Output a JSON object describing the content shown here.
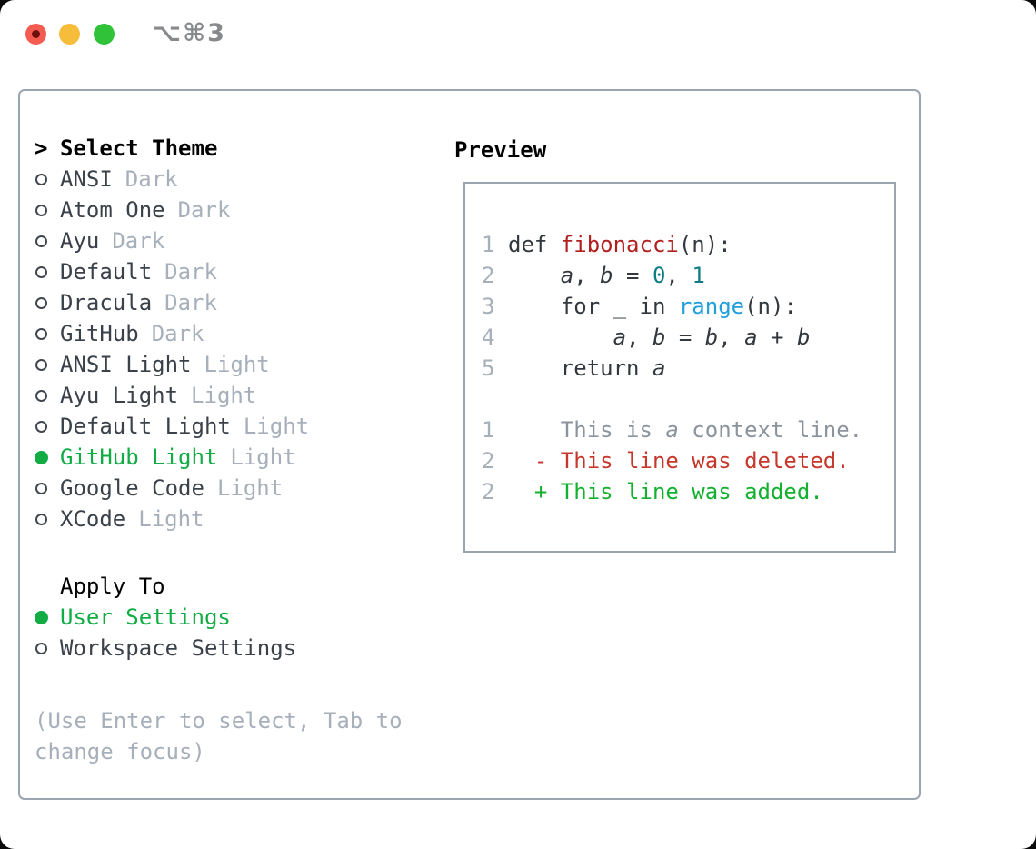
{
  "titlebar": {
    "shortcut": "⌥⌘3",
    "traffic_lights": [
      "close",
      "minimize",
      "zoom"
    ]
  },
  "theme_panel": {
    "header": {
      "marker": ">",
      "label": "Select Theme"
    },
    "themes": [
      {
        "name": "ANSI",
        "variant": "Dark",
        "selected": false
      },
      {
        "name": "Atom One",
        "variant": "Dark",
        "selected": false
      },
      {
        "name": "Ayu",
        "variant": "Dark",
        "selected": false
      },
      {
        "name": "Default",
        "variant": "Dark",
        "selected": false
      },
      {
        "name": "Dracula",
        "variant": "Dark",
        "selected": false
      },
      {
        "name": "GitHub",
        "variant": "Dark",
        "selected": false
      },
      {
        "name": "ANSI Light",
        "variant": "Light",
        "selected": false
      },
      {
        "name": "Ayu Light",
        "variant": "Light",
        "selected": false
      },
      {
        "name": "Default Light",
        "variant": "Light",
        "selected": false
      },
      {
        "name": "GitHub Light",
        "variant": "Light",
        "selected": true
      },
      {
        "name": "Google Code",
        "variant": "Light",
        "selected": false
      },
      {
        "name": "XCode",
        "variant": "Light",
        "selected": false
      }
    ],
    "apply_to": {
      "label": "Apply To",
      "options": [
        {
          "name": "User Settings",
          "selected": true
        },
        {
          "name": "Workspace Settings",
          "selected": false
        }
      ]
    },
    "hint": "(Use Enter to select, Tab to change focus)"
  },
  "preview": {
    "label": "Preview",
    "lines": [
      {
        "num": "1",
        "tokens": [
          {
            "t": "def ",
            "c": "plain"
          },
          {
            "t": "fibonacci",
            "c": "func"
          },
          {
            "t": "(n):",
            "c": "plain"
          }
        ]
      },
      {
        "num": "2",
        "tokens": [
          {
            "t": "    ",
            "c": "plain"
          },
          {
            "t": "a",
            "c": "var"
          },
          {
            "t": ", ",
            "c": "plain"
          },
          {
            "t": "b",
            "c": "var"
          },
          {
            "t": " = ",
            "c": "plain"
          },
          {
            "t": "0",
            "c": "num"
          },
          {
            "t": ", ",
            "c": "plain"
          },
          {
            "t": "1",
            "c": "num"
          }
        ]
      },
      {
        "num": "3",
        "tokens": [
          {
            "t": "    for _ in ",
            "c": "plain"
          },
          {
            "t": "range",
            "c": "call"
          },
          {
            "t": "(n):",
            "c": "plain"
          }
        ]
      },
      {
        "num": "4",
        "tokens": [
          {
            "t": "        ",
            "c": "plain"
          },
          {
            "t": "a",
            "c": "var"
          },
          {
            "t": ", ",
            "c": "plain"
          },
          {
            "t": "b",
            "c": "var"
          },
          {
            "t": " = ",
            "c": "plain"
          },
          {
            "t": "b",
            "c": "var"
          },
          {
            "t": ", ",
            "c": "plain"
          },
          {
            "t": "a",
            "c": "var"
          },
          {
            "t": " + ",
            "c": "plain"
          },
          {
            "t": "b",
            "c": "var"
          }
        ]
      },
      {
        "num": "5",
        "tokens": [
          {
            "t": "    return ",
            "c": "plain"
          },
          {
            "t": "a",
            "c": "var"
          }
        ]
      },
      {
        "blank": true
      },
      {
        "num": "1",
        "tokens": [
          {
            "t": "    This is ",
            "c": "context"
          },
          {
            "t": "a",
            "c": "ctxvar"
          },
          {
            "t": " context line.",
            "c": "context"
          }
        ]
      },
      {
        "num": "2",
        "tokens": [
          {
            "t": "  - This line was deleted.",
            "c": "del"
          }
        ]
      },
      {
        "num": "2",
        "tokens": [
          {
            "t": "  + This line was added.",
            "c": "add"
          }
        ]
      }
    ]
  },
  "palette": {
    "accent_green": "#12ac45",
    "added_green": "#14b02f",
    "deleted_red": "#c6372c",
    "function_red": "#b1201f",
    "number_teal": "#0f7b82",
    "builtin_blue": "#219fdb",
    "muted_gray": "#a7b0ba",
    "context_gray": "#8b949d",
    "text_dark": "#32383e",
    "border_gray": "#9aa5b1",
    "traffic_red": "#f45c52",
    "traffic_yellow": "#f6bd3a",
    "traffic_green": "#30c239"
  }
}
